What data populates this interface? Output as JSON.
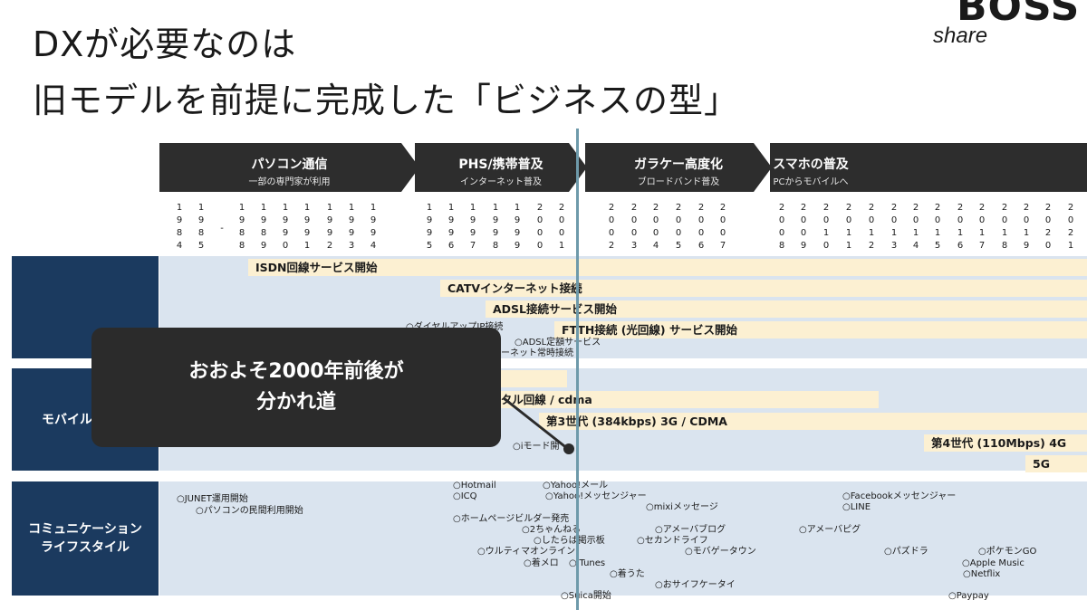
{
  "slide": {
    "title_line1": "DXが必要なのは",
    "title_line2": "旧モデルを前提に完成した「ビジネスの型」",
    "logo_top": "BOSS",
    "logo_bottom": "share"
  },
  "eras": [
    {
      "title": "パソコン通信",
      "subtitle": "一部の専門家が利用"
    },
    {
      "title": "PHS/携帯普及",
      "subtitle": "インターネット普及"
    },
    {
      "title": "ガラケー高度化",
      "subtitle": "ブロードバンド普及"
    },
    {
      "title": "スマホの普及",
      "subtitle": "PCからモバイルへ"
    }
  ],
  "years": [
    "1984",
    "1985",
    "-",
    "1988",
    "1989",
    "1990",
    "1991",
    "1992",
    "1993",
    "1994",
    "1995",
    "1996",
    "1997",
    "1998",
    "1999",
    "2000",
    "2001",
    "2002",
    "2003",
    "2004",
    "2005",
    "2006",
    "2007",
    "2008",
    "2009",
    "2010",
    "2011",
    "2012",
    "2013",
    "2014",
    "2015",
    "2016",
    "2017",
    "2018",
    "2019",
    "2020",
    "2021"
  ],
  "sections": {
    "internet": "",
    "mobile": "モバイル",
    "communication": "コミュニケーション\nライフスタイル"
  },
  "bars": [
    "ISDN回線サービス開始",
    "CATVインターネット接続",
    "ADSL接続サービス開始",
    "FTTH接続 (光回線) サービス開始",
    "",
    "デジタル回線 / cdma",
    "第3世代 (384kbps) 3G / CDMA",
    "第4世代 (110Mbps) 4G",
    "5G"
  ],
  "events": {
    "dialup": "○ダイヤルアップIP接続",
    "adsl_flat": "○ADSL定額サービス",
    "always_on": "ーネット常時接続",
    "imode": "○iモード開",
    "junet": "○JUNET運用開始",
    "pc_private": "○パソコンの民間利用開始",
    "hotmail": "○Hotmail",
    "icq": "○ICQ",
    "homepage": "○ホームページビルダー発売",
    "ch2": "○2ちゃんねる",
    "shitaraba": "○したらば掲示板",
    "ultima": "○ウルティマオンライン",
    "chakumero": "○着メロ",
    "itunes": "○iTunes",
    "chakuuta": "○着うた",
    "suica": "○Suica開始",
    "yahoo_mail": "○Yahoo!メール",
    "yahoo_messenger": "○Yahoo!メッセンジャー",
    "mixi": "○mixiメッセージ",
    "ameba_blog": "○アメーバブログ",
    "second_life": "○セカンドライフ",
    "mobage": "○モバゲータウン",
    "osaifu": "○おサイフケータイ",
    "fb_messenger": "○Facebookメッセンジャー",
    "line": "○LINE",
    "ameba_pigg": "○アメーバピグ",
    "pazudora": "○パズドラ",
    "pokemon_go": "○ポケモンGO",
    "apple_music": "○Apple Music",
    "netflix": "○Netflix",
    "paypay": "○Paypay"
  },
  "callout": {
    "line1": "おおよそ2000年前後が",
    "line2": "分かれ道"
  },
  "colors": {
    "navy": "#1b3a5f",
    "band": "#dae4ef",
    "bar": "#fcf0d2",
    "arrow": "#2d2d2d",
    "divider": "#6e9aaa"
  }
}
